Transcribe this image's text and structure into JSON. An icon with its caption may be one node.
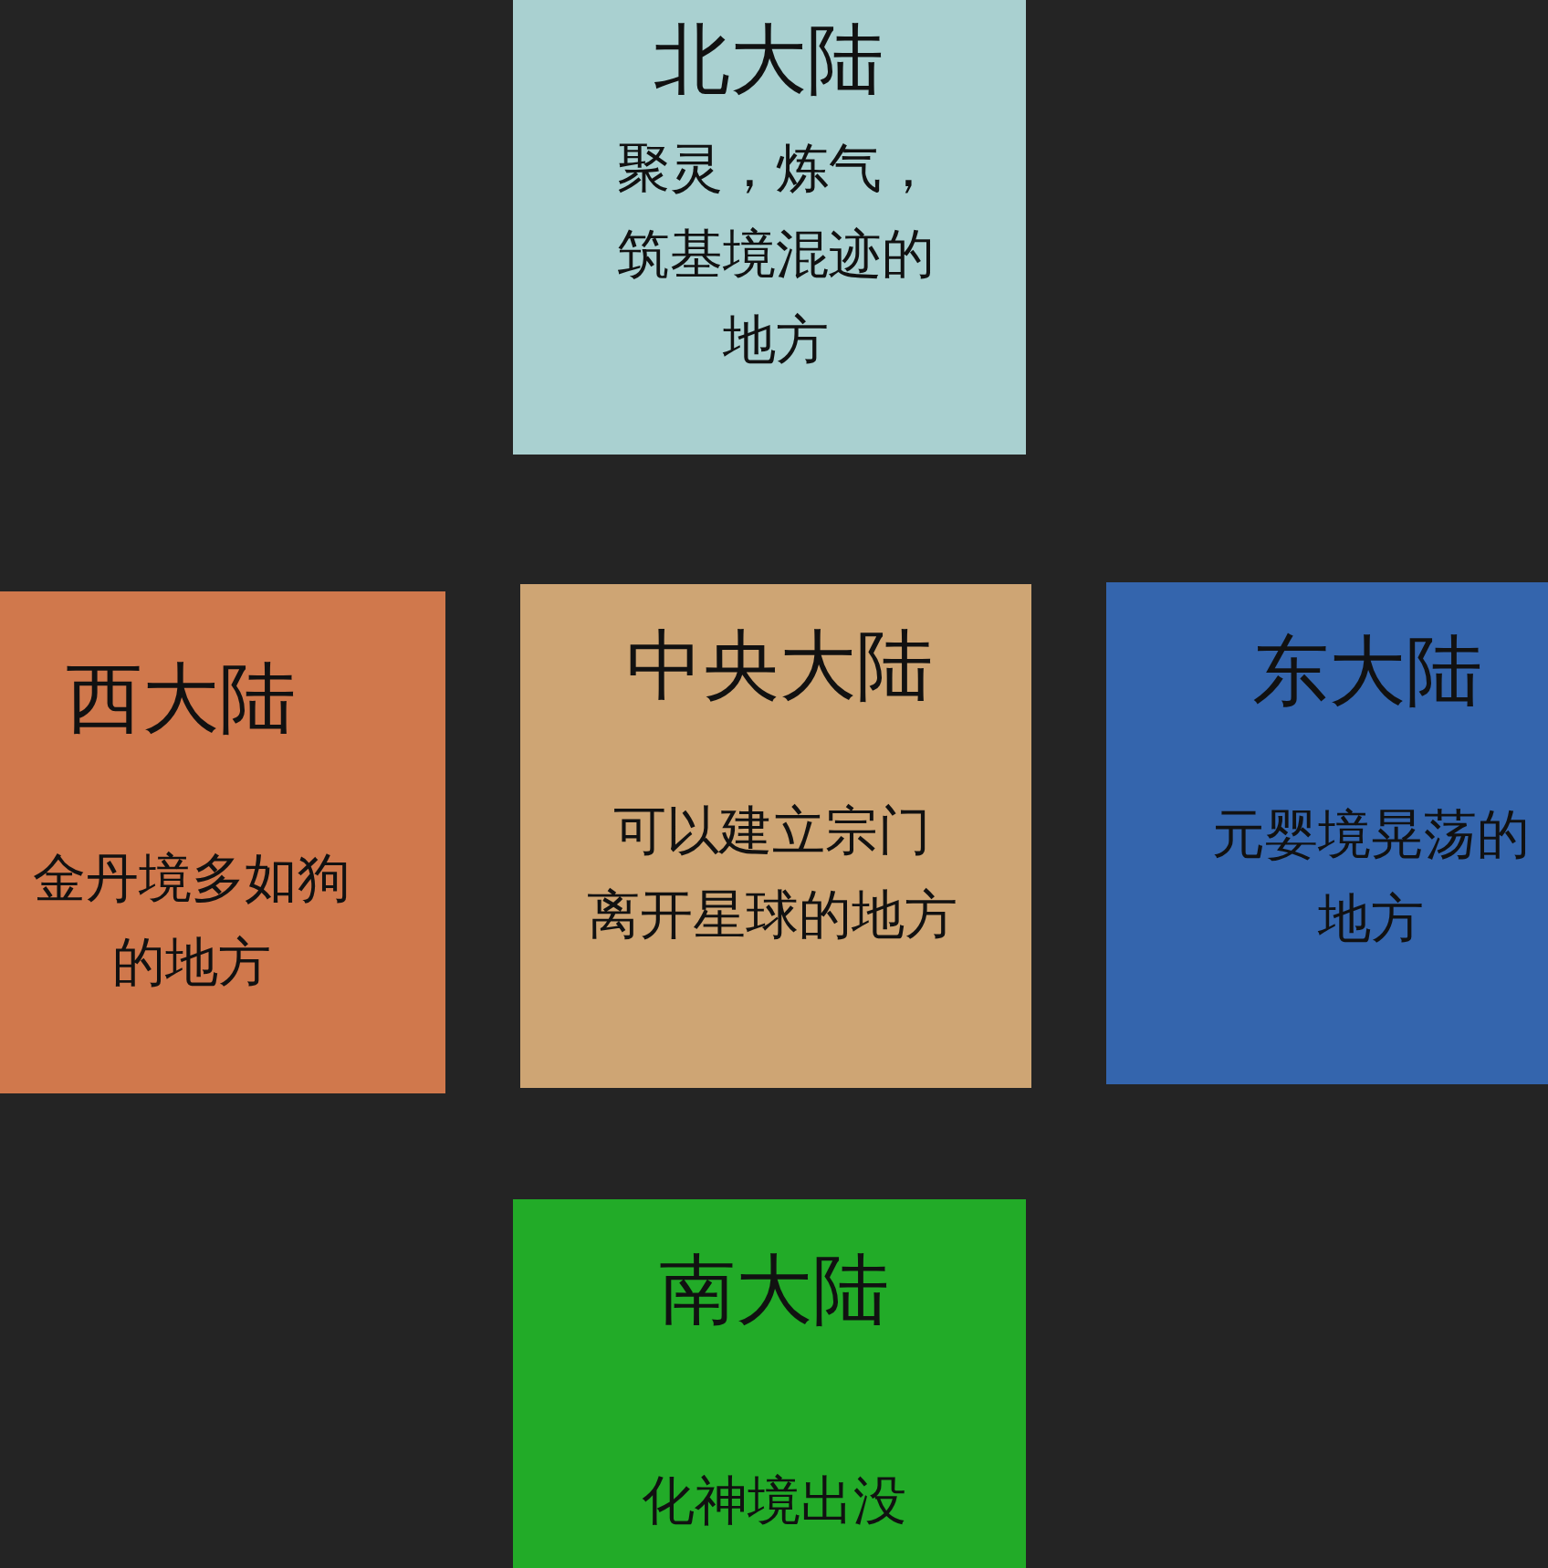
{
  "diagram": {
    "nodes": [
      {
        "text": [
          "北大陆",
          "聚灵，炼气，筑基境混迹的地方"
        ]
      },
      {
        "text": [
          "西大陆",
          "金丹境多如狗的地方"
        ]
      },
      {
        "text": [
          "中央大陆",
          "可以建立宗门离开星球的地方"
        ]
      },
      {
        "text": [
          "东大陆",
          "元婴境晃荡的地方"
        ]
      },
      {
        "text": [
          "南大陆",
          "化神境出没"
        ]
      }
    ],
    "edges": []
  }
}
